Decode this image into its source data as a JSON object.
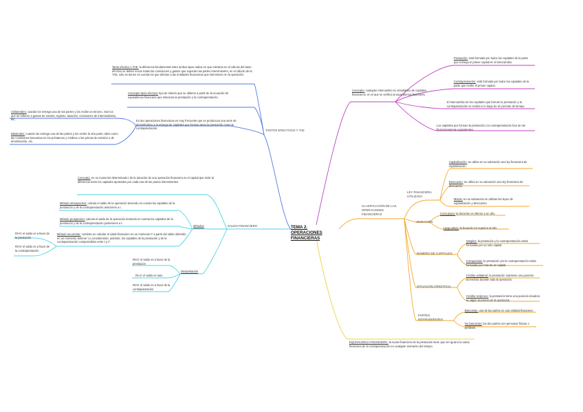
{
  "central": "TEMA 2. OPERACIONES FINANCIERAS",
  "colors": {
    "cyan": "#4dd2e8",
    "blue": "#5577dd",
    "teal": "#35c8b0",
    "orange": "#f5a623",
    "purple": "#c040c0",
    "yellow": "#e8d440"
  },
  "branches": {
    "taae": {
      "label": "TANTOS EFECTIVOS Y TAE",
      "tae": {
        "term": "Tanto efectivo o TAE:",
        "text": " la diferencia fundamental entre ambos tipos radica en que mientras en el cálculo del tanto efectivo se deben incluir todas las comisiones y gastos que soportan las partes intervinientes, en el cálculo de la TAE, sólo se tienen en cuenta los que afectan a las entidades financieras que intervienen en la operación."
      },
      "concepto": {
        "term": "Concepto tanto efectivo:",
        "text": " tipo de interés que se obtiene a partir de la ecuación de equivalencia financiera que relaciona la prestación y la contraprestación."
      },
      "operaciones": {
        "text": "En las operaciones financieras es muy frecuente que se produzcan una serie de desembolsos a la entrega de capitales que forman tanto la prestación como la contraprestación."
      },
      "unilaterales": {
        "term": "Unilaterales:",
        "text": " cuando los entrega una de las partes y los recibe un tercero. Son los que se refieren a gastos de notaría, registro, tasación, comisiones de intermediarios, etc."
      },
      "bilaterales": {
        "term": "Bilaterales:",
        "text": " cuando los entrega una de las partes y los recibe la otra parte; tales como las comisiones bancarias en los préstamos y créditos o las primas de emisión o de amortización, etc."
      }
    },
    "saldo": {
      "label": "SALDO FINANCIERO",
      "concepto": {
        "term": "Concepto:",
        "text": " en un momento determinado t de la duración de una operación financiera es el capital que mide la diferencia entre los capitales aportados por cada una de las partes intervinientes."
      },
      "metodos": {
        "label": "Métodos",
        "retrospectivo": {
          "term": "Método retrospectivo:",
          "text": " calcula el saldo de la operación teniendo en cuenta los capitales de la prestación y de la contraprestación anteriores a t."
        },
        "prospectivo": {
          "term": "Método prospectivo:",
          "text": " calcula el saldo de la operación teniendo en cuenta los capitales de la prestación y de la contraprestación posteriores a t."
        },
        "recurrente": {
          "term": "Método recurrente:",
          "text": " consiste en calcular el saldo financiero en un momento t* a partir del saldo obtenido en un momento anterior t y considerando, además, los capitales de la prestación y de la contraprestación comprendidos entre t y t*."
        }
      },
      "saldo_prestacion": "Rt<0: el saldo es a favor de la prestación",
      "saldo_contra": "Rt>0: el saldo es a favor de la contraprestación",
      "interpretacion": {
        "label": "Interpretación",
        "items": [
          "Rt<0: el saldo es a favor de la prestación",
          "Rt=0: el saldo es nulo",
          "Rt>0: el saldo es a favor de la contraprestación"
        ]
      }
    },
    "concepto": {
      "term": "Concepto:",
      "text": " cualquier intercambio no simultáneo de capitales financieros, en el que se verifica la equivalencia financiera.",
      "items": [
        {
          "term": "Prestación:",
          "text": " está formada por todos los capitales de la parte que entrega el primer capital en el intercambio."
        },
        {
          "term": "Contraprestación:",
          "text": " está formada por todos los capitales de la parte que recibe el primer capital."
        },
        {
          "text": "El intercambio de los capitales que forman la prestación y la contraprestación se realiza a lo largo de un período de tiempo."
        },
        {
          "text": "Los capitales que forman la prestación y la contraprestación han de ser financieramente equivalentes."
        }
      ]
    },
    "clasificacion": {
      "label": "CLASIFICACIÓN DE LAS OPERACIONES FINANCIERAS",
      "groups": [
        {
          "label": "LEY FINANCIERA UTILIZADA",
          "items": [
            {
              "term": "Capitalización:",
              "text": " se utiliza en su valoración una ley financiera de capitalización."
            },
            {
              "term": "Descuento:",
              "text": " se utiliza en su valoración una ley financiera de descuento."
            },
            {
              "term": "Mixtas:",
              "text": " en su valoración se utilizan las leyes de capitalización y descuento."
            }
          ]
        },
        {
          "label": "DURACIÓN",
          "items": [
            {
              "term": "Corto plazo:",
              "text": " la duración es inferior a un año."
            },
            {
              "term": "Largo plazo:",
              "text": " la duración es superior al año."
            }
          ]
        },
        {
          "label": "NÚMERO DE CAPITALES",
          "items": [
            {
              "term": "Simples:",
              "text": " la prestación y la contraprestación están formadas por un solo capital."
            },
            {
              "term": "Compuestas:",
              "text": " la prestación y/o la contraprestación están formadas por más de un capital."
            }
          ]
        },
        {
          "label": "SITUACIÓN CREDITICIA",
          "items": [
            {
              "term": "Crédito unilateral:",
              "text": " la prestación mantiene una posición acreedora durante toda la operación."
            },
            {
              "term": "Crédito recíproco:",
              "text": " la prestación tiene una posición deudora en algún momento de la operación."
            }
          ]
        },
        {
          "label": "PARTES INTERVINIENTES",
          "items": [
            {
              "term": "Bancarias:",
              "text": " una de las partes es una entidad financiera."
            },
            {
              "term": "No bancarias:",
              "text": " las dos partes son personas físicas o jurídicas."
            }
          ]
        }
      ]
    },
    "equivalencia": {
      "term": "EQUIVALENCIA FINANCIERA:",
      "text": " la suma financiera de la prestación tiene que ser igual a la suma financiera de la contraprestación en cualquier momento del tiempo."
    }
  }
}
